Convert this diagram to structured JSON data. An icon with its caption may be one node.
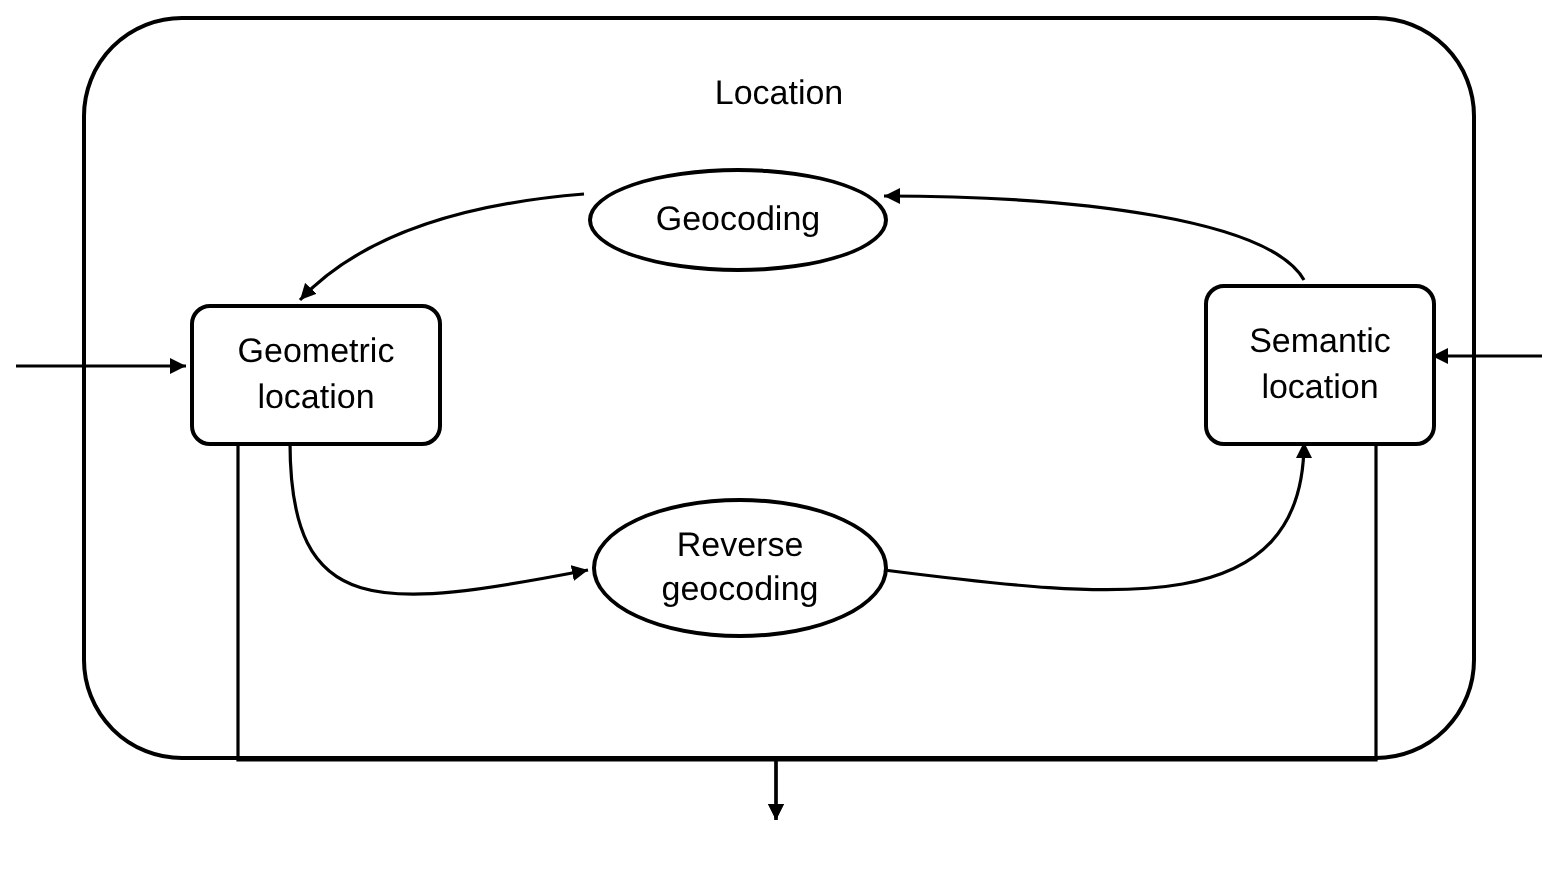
{
  "diagram": {
    "nodes": [
      {
        "text": [
          "Location"
        ]
      },
      {
        "text": [
          "Geocoding"
        ],
        "in": 0
      },
      {
        "text": [
          "Geometric location"
        ],
        "in": 0
      },
      {
        "text": [
          "Semantic location"
        ],
        "in": 0
      },
      {
        "text": [
          "Reverse geocoding"
        ],
        "in": 0
      }
    ],
    "edges": [
      {
        "from": null,
        "to": 2,
        "arrow": "to"
      },
      {
        "from": null,
        "to": 3,
        "arrow": "to"
      },
      {
        "from": 3,
        "to": 1,
        "arrow": "to"
      },
      {
        "from": 1,
        "to": 2,
        "arrow": "to"
      },
      {
        "from": 2,
        "to": 4,
        "arrow": "to"
      },
      {
        "from": 4,
        "to": 3,
        "arrow": "to"
      },
      {
        "from": 2,
        "to": null,
        "arrow": "to"
      },
      {
        "from": 3,
        "to": null,
        "arrow": "to"
      }
    ]
  }
}
